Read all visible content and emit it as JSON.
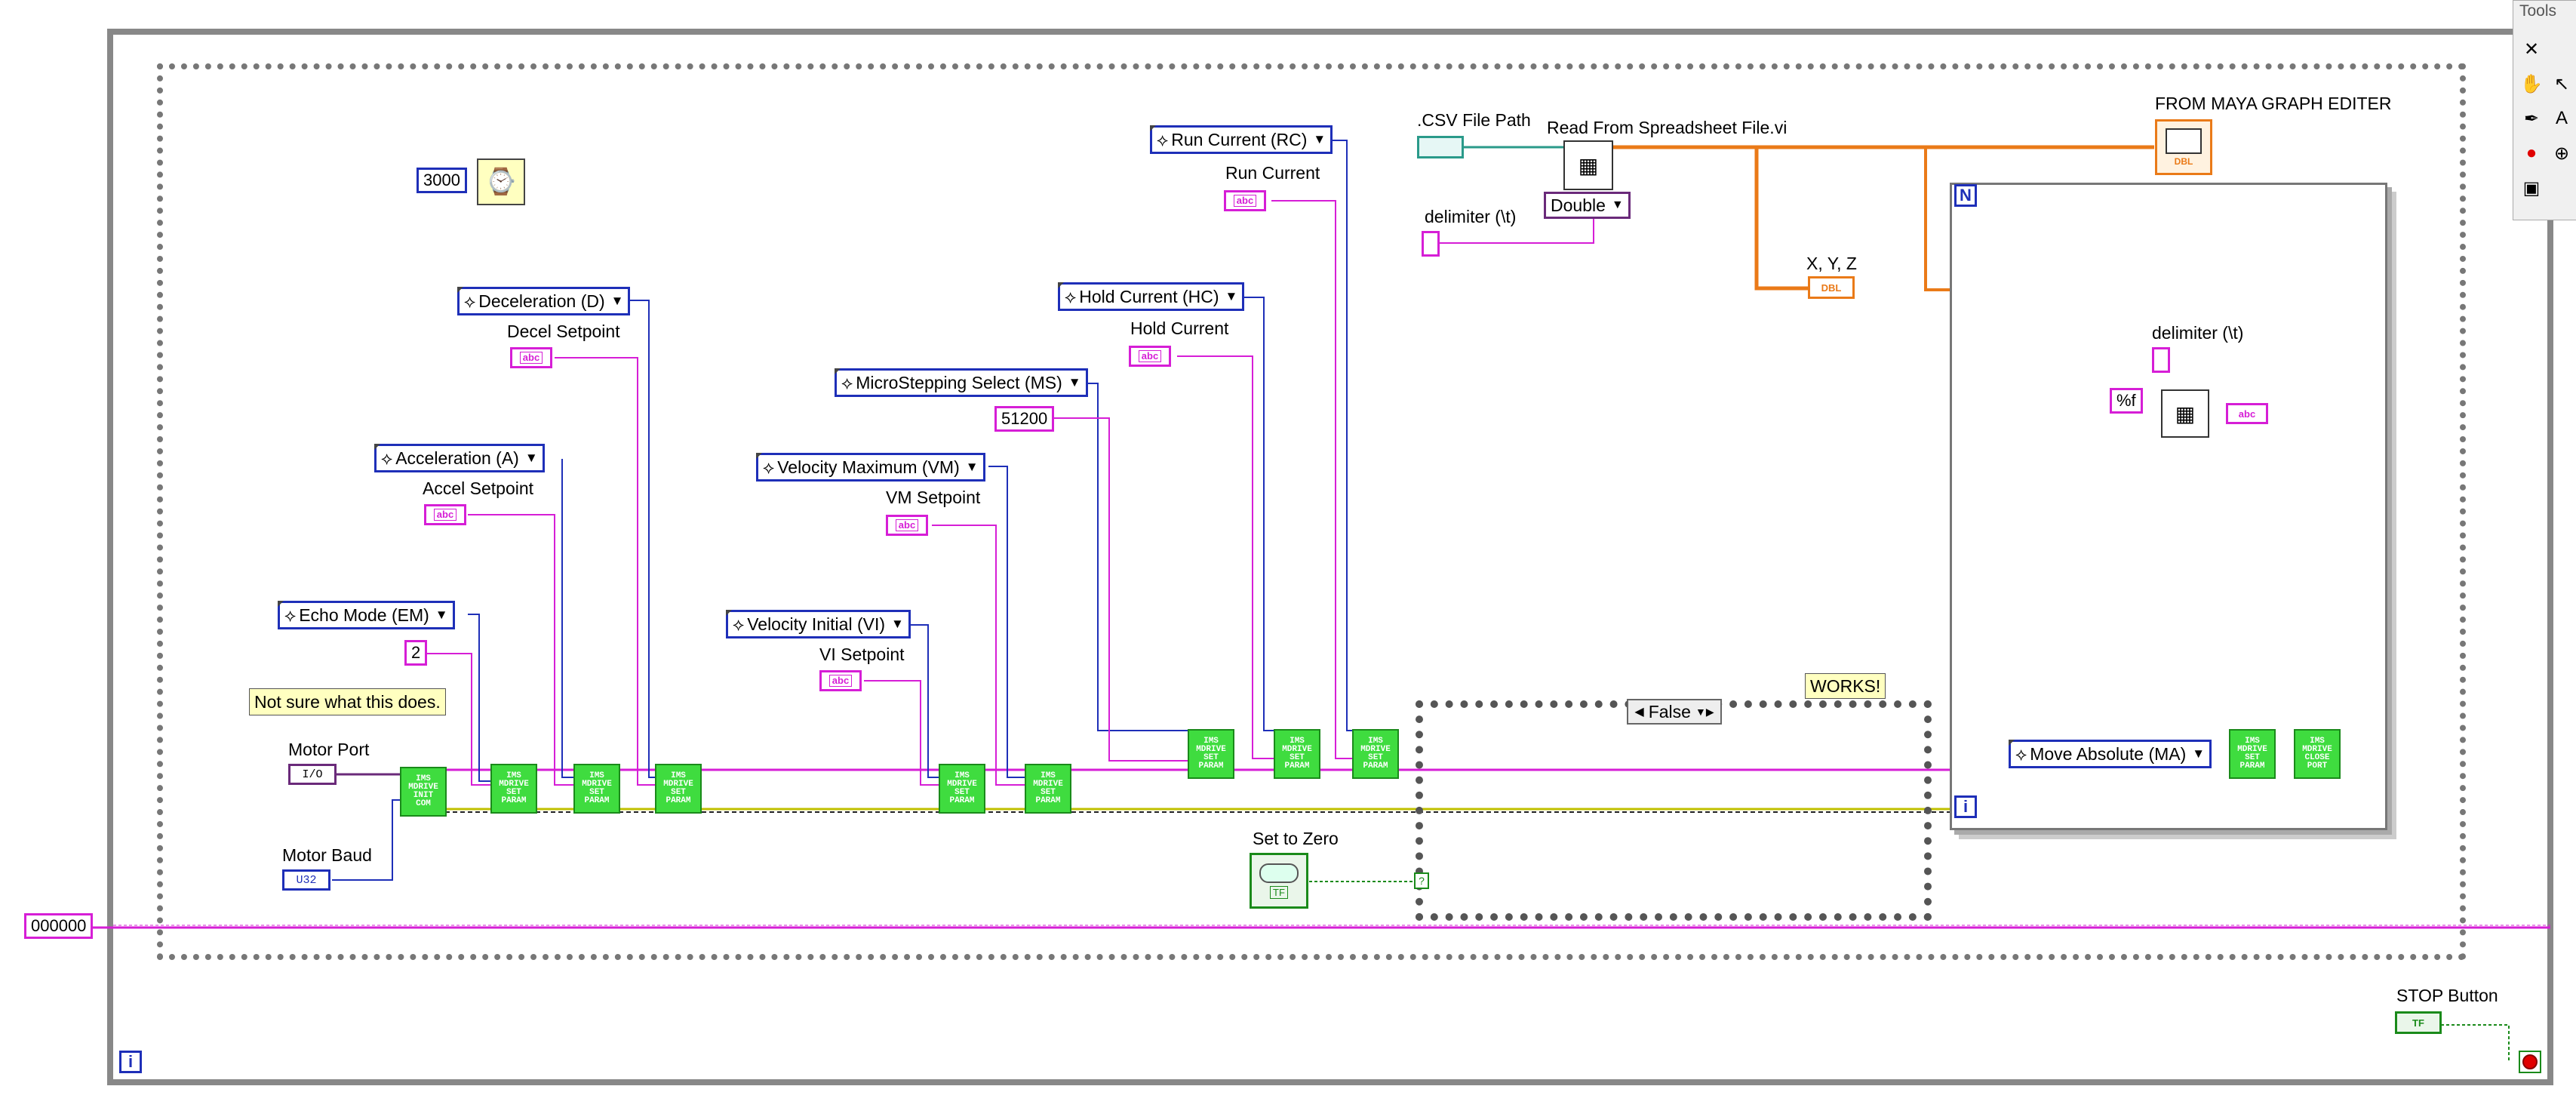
{
  "loop_counter_value": "000000",
  "wait_ms": "3000",
  "comment_note": "Not sure what this does.",
  "motor_port": {
    "label": "Motor Port",
    "type_badge": "I/O"
  },
  "motor_baud": {
    "label": "Motor Baud",
    "type_badge": "U32"
  },
  "echo_mode": {
    "ring": "Echo Mode (EM)",
    "value": "2"
  },
  "acceleration": {
    "ring": "Acceleration (A)",
    "setpoint_label": "Accel Setpoint"
  },
  "deceleration": {
    "ring": "Deceleration (D)",
    "setpoint_label": "Decel Setpoint"
  },
  "velocity_initial": {
    "ring": "Velocity Initial (VI)",
    "setpoint_label": "VI Setpoint"
  },
  "velocity_maximum": {
    "ring": "Velocity Maximum (VM)",
    "setpoint_label": "VM Setpoint"
  },
  "microstepping": {
    "ring": "MicroStepping Select (MS)",
    "value": "51200"
  },
  "hold_current": {
    "ring": "Hold Current (HC)",
    "setpoint_label": "Hold Current"
  },
  "run_current": {
    "ring": "Run Current (RC)",
    "setpoint_label": "Run Current"
  },
  "csv_file_path": ".CSV File Path",
  "read_spreadsheet": "Read From Spreadsheet File.vi",
  "delimiter_label": "delimiter (\\t)",
  "double_ring": "Double",
  "xyz_label": "X, Y, Z",
  "graph_label": "FROM MAYA GRAPH EDITER",
  "inner_delimiter_label": "delimiter (\\t)",
  "format_string": "%f",
  "case_selector": "False",
  "works_label": "WORKS!",
  "set_to_zero": "Set to Zero",
  "move_absolute": "Move Absolute (MA)",
  "stop_button": "STOP Button",
  "tools_title": "Tools",
  "loop_n": "N",
  "loop_i": "i",
  "badges": {
    "abc": "abc",
    "dbl": "DBL",
    "tf": "TF",
    "question": "?"
  },
  "subvi_labels": {
    "init": "IMS MDRIVE INIT COM",
    "set_param": "IMS MDRIVE SET PARAM",
    "close": "IMS MDRIVE CLOSE PORT"
  },
  "colors": {
    "wire_pink": "#d61ed6",
    "wire_blue": "#1e2fb8",
    "wire_orange": "#ea7a18",
    "wire_teal": "#2a9a8a",
    "wire_yellow": "#c0c000",
    "subvi_green": "#3fdc3f",
    "stop_red": "#e00000"
  }
}
